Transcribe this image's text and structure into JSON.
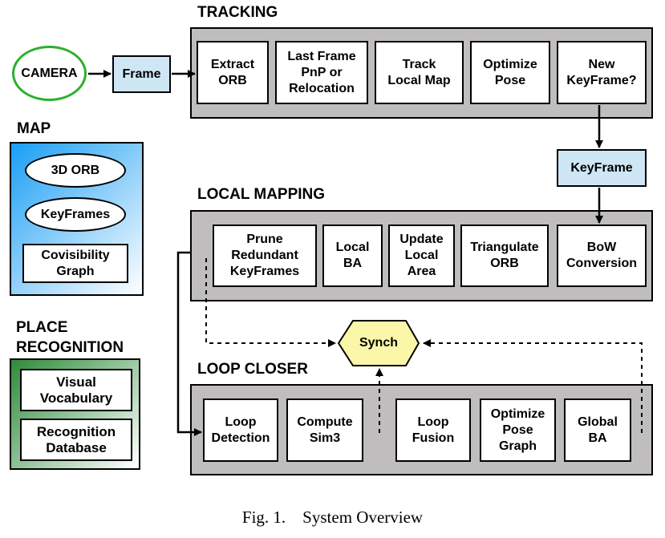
{
  "tracking": {
    "title": "TRACKING",
    "camera": "CAMERA",
    "frame": "Frame",
    "steps": [
      "Extract\nORB",
      "Last Frame\nPnP or\nRelocation",
      "Track\nLocal Map",
      "Optimize\nPose",
      "New\nKeyFrame?"
    ],
    "keyframe": "KeyFrame"
  },
  "map": {
    "title": "MAP",
    "items": [
      "3D ORB",
      "KeyFrames",
      "Covisibility\nGraph"
    ]
  },
  "place_recognition": {
    "title": "PLACE\nRECOGNITION",
    "items": [
      "Visual\nVocabulary",
      "Recognition\nDatabase"
    ]
  },
  "local_mapping": {
    "title": "LOCAL MAPPING",
    "steps": [
      "Prune\nRedundant\nKeyFrames",
      "Local\nBA",
      "Update\nLocal\nArea",
      "Triangulate\nORB",
      "BoW\nConversion"
    ]
  },
  "synch": "Synch",
  "loop_closer": {
    "title": "LOOP CLOSER",
    "steps": [
      "Loop\nDetection",
      "Compute\nSim3",
      "Loop\nFusion",
      "Optimize\nPose\nGraph",
      "Global\nBA"
    ]
  },
  "caption": "Fig. 1.    System Overview",
  "colors": {
    "panel": "#bfbdbd",
    "keyframe_fill": "#cfe6f5",
    "camera_ring": "#2db02d",
    "synch_fill": "#fbf7a8",
    "map_gradient": [
      "#1a9ef5",
      "#ffffff"
    ],
    "place_gradient": [
      "#2e8b3a",
      "#ffffff"
    ]
  }
}
